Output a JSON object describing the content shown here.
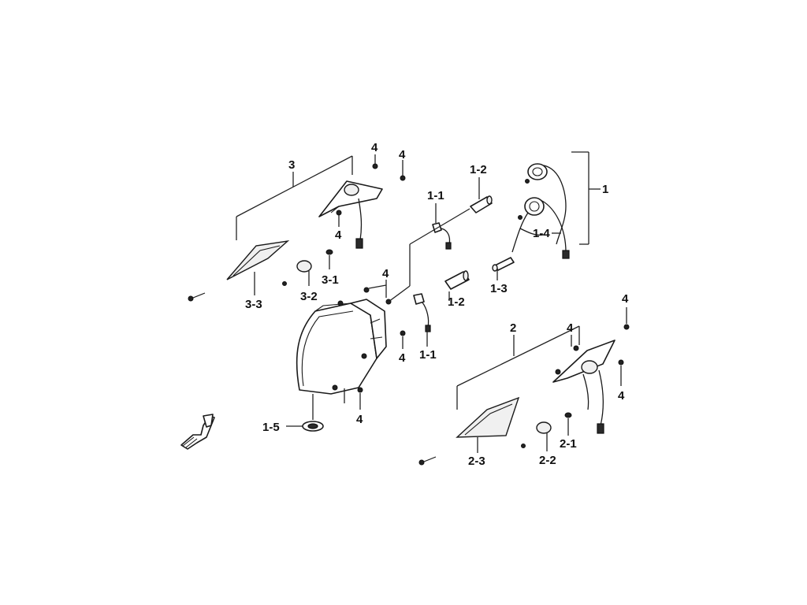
{
  "labels": {
    "l3": "3",
    "l4_a": "4",
    "l4_b": "4",
    "l4_c": "4",
    "l1_2_top": "1-2",
    "l1_1_top": "1-1",
    "l1": "1",
    "l1_4": "1-4",
    "l3_1": "3-1",
    "l3_2": "3-2",
    "l3_3": "3-3",
    "l4_d": "4",
    "l1_2_mid": "1-2",
    "l1_3": "1-3",
    "l4_e": "4",
    "l2": "2",
    "l4_f": "4",
    "l4_g": "4",
    "l1_1_bot": "1-1",
    "l4_h": "4",
    "l4_i": "4",
    "l1_5": "1-5",
    "l2_1": "2-1",
    "l2_2": "2-2",
    "l2_3": "2-3"
  },
  "icons": {
    "front_arrow": "direction-front-icon"
  }
}
